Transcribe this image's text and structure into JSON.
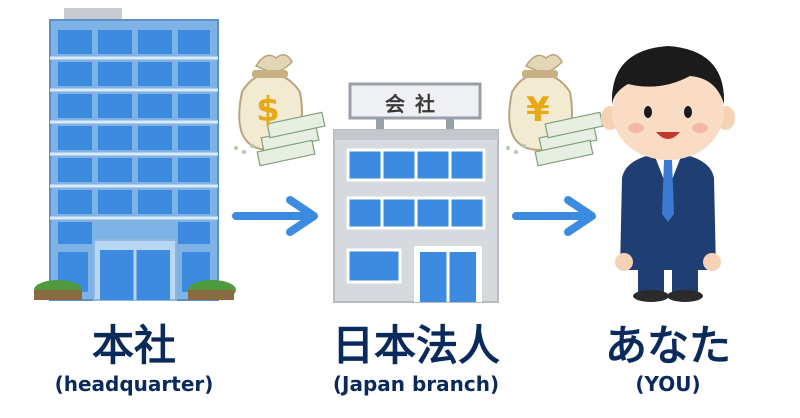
{
  "headquarter": {
    "title": "本社",
    "subtitle": "(headquarter)"
  },
  "branch": {
    "title": "日本法人",
    "subtitle": "(Japan branch)",
    "sign": "会社"
  },
  "you": {
    "title": "あなた",
    "subtitle": "(YOU)"
  },
  "money": {
    "first_symbol": "$",
    "second_symbol": "¥"
  },
  "colors": {
    "label_text": "#0b2a5c",
    "arrow": "#3b8be0",
    "building_blue": "#2f6fc4",
    "window_blue": "#3d8be0",
    "gold": "#e8a916",
    "suit": "#1f3f73"
  }
}
